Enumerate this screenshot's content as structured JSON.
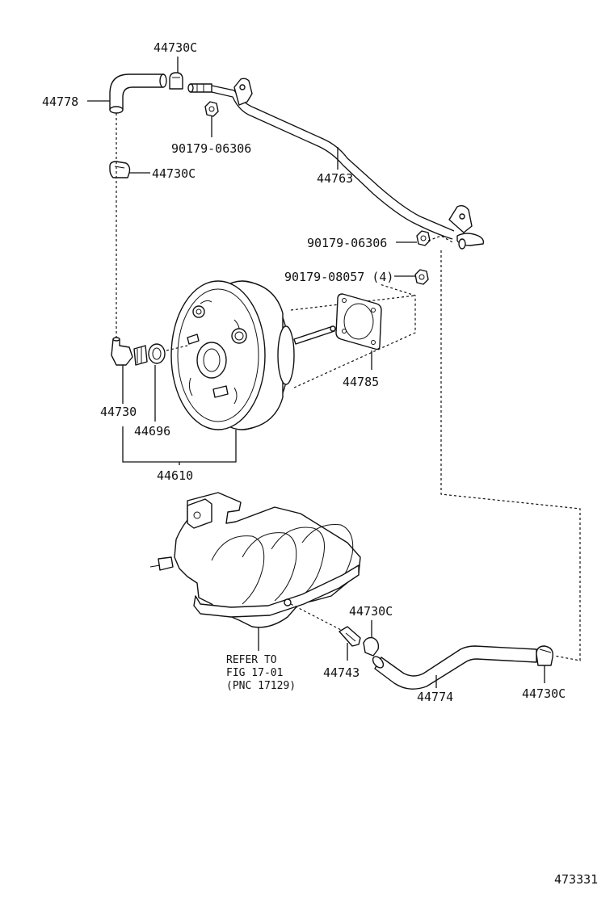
{
  "labels": {
    "hose_top": "44778",
    "clip_top": "44730C",
    "nut_upper": "90179-06306",
    "clip_mid": "44730C",
    "pipe": "44763",
    "nut_right": "90179-06306",
    "nut_stud": "90179-08057 (4)",
    "gasket": "44785",
    "check_valve": "44730",
    "grommet": "44696",
    "booster_assy": "44610",
    "clip_lower": "44730C",
    "union": "44743",
    "refer_line1": "REFER TO",
    "refer_line2": "FIG 17-01",
    "refer_line3": "(PNC 17129)",
    "hose_lower": "44774",
    "clip_lower_right": "44730C",
    "diagram_id": "473331"
  }
}
